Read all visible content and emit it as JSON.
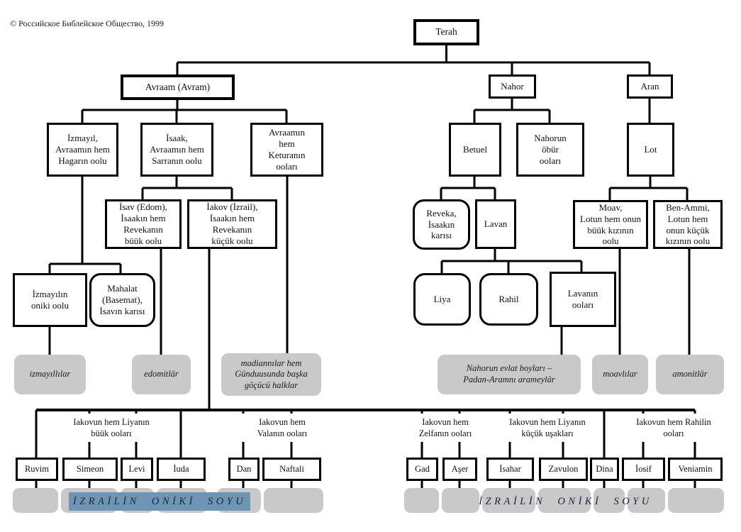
{
  "copyright": "© Российское Библейское Общество, 1999",
  "colors": {
    "people_box_gray": "#c9c9c9",
    "selection_highlight_blue": "#6f95b5",
    "line_black": "#000000"
  },
  "nodes": {
    "terah": "Terah",
    "avraam": "Avraam (Avram)",
    "nahor": "Nahor",
    "aran": "Aran",
    "izmayil": "İzmayıl,\nAvraamın hem\nHagarın oolu",
    "isaak": "İsaak,\nAvraamın hem\nSarranın oolu",
    "ketura_sons": "Avraamın\nhem\nKeturanın\nooları",
    "betuel": "Betuel",
    "nahor_other": "Nahorun\nöbür\nooları",
    "lot": "Lot",
    "isav": "İsav (Edom),\nİsaakın hem\nRevekanın\nbüük oolu",
    "iakov": "İakov (İzrail),\nİsaakın hem\nRevekanın\nküçük oolu",
    "reveka": "Reveka,\nİsaakın\nkarısı",
    "lavan": "Lavan",
    "moav": "Moav,\nLotun hem onun\nbüük kızının\noolu",
    "ben_ammi": "Ben-Ammi,\nLotun hem\nonun küçük\nkızının oolu",
    "izmayil_sons": "İzmayılın\noniki oolu",
    "mahalat": "Mahalat\n(Basemat),\nİsavın karısı",
    "liya": "Liya",
    "rahil": "Rahil",
    "lavan_sons": "Lavanın\nooları"
  },
  "peoples": {
    "izmayillilar": "izmayıllılar",
    "edomitlar": "edomitlär",
    "madiannilar": "madiannılar  hem\nGünduusunda başka\ngöçücü halklar",
    "nahor_clans": "Nahorun evlat boyları –\nPadan-Aramnı arameylär",
    "moavlilar": "moavlılar",
    "amonitlar": "amonitlär"
  },
  "groups": {
    "liya_elder": "Iakovun hem Liyanın\nbüük ooları",
    "vala": "Iakovun hem\nValanın ooları",
    "zelfa": "Iakovun hem\nZelfanın ooları",
    "liya_younger": "Iakovun hem Liyanın\nküçük uşakları",
    "rahil": "Iakovun hem Rahilin\nooları"
  },
  "tribes": {
    "ruvim": "Ruvim",
    "simeon": "Simeon",
    "levi": "Levi",
    "iuda": "İuda",
    "dan": "Dan",
    "naftali": "Naftali",
    "gad": "Gad",
    "asher": "Aşer",
    "isahar": "İsahar",
    "zavulon": "Zavulon",
    "dina": "Dina",
    "iosif": "İosif",
    "veniamin": "Veniamin"
  },
  "banner": {
    "left": "İZRAİLİN ONİKİ SOYU",
    "right": "İZRAİLİN ONİKİ SOYU"
  }
}
